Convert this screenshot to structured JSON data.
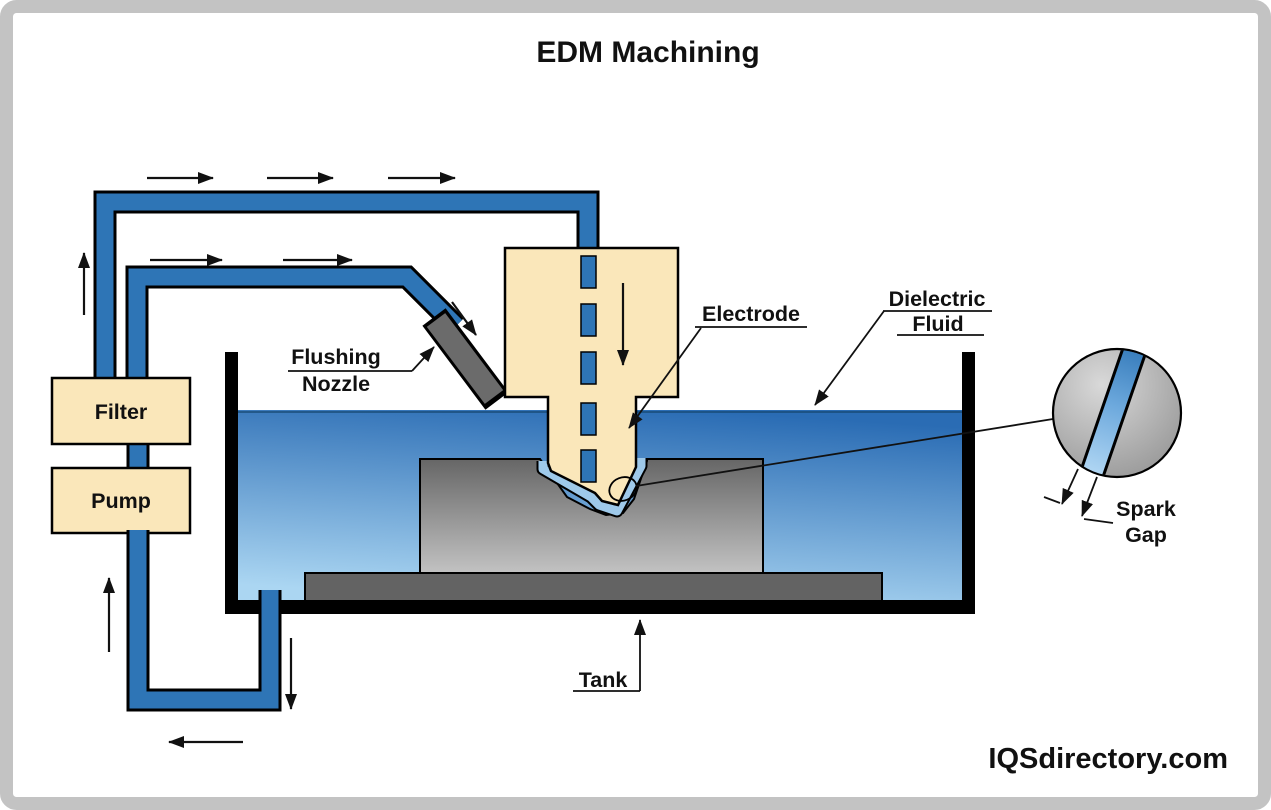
{
  "title": "EDM Machining",
  "watermark": "IQSdirectory.com",
  "labels": {
    "filter": "Filter",
    "pump": "Pump",
    "flushing_nozzle": {
      "line1": "Flushing",
      "line2": "Nozzle"
    },
    "electrode": "Electrode",
    "dielectric_fluid": {
      "line1": "Dielectric",
      "line2": "Fluid"
    },
    "tank": "Tank",
    "spark_gap": {
      "line1": "Spark",
      "line2": "Gap"
    }
  },
  "colors": {
    "pipe_blue": "#2e75b6",
    "gap_blue_light": "#9ec9ea",
    "component_cream": "#fae7ba",
    "fluid_top": "#2a6cb4",
    "fluid_bottom": "#abd6f2",
    "workpiece_top": "#666666",
    "workpiece_bottom": "#c2c2c2",
    "platform_gray": "#636363",
    "nozzle_gray": "#6b6b6b",
    "magnifier_gray_light": "#d9d9d9",
    "magnifier_gray_dark": "#8c8c8c",
    "outline_black": "#000000",
    "frame_gray": "#c3c3c3"
  }
}
